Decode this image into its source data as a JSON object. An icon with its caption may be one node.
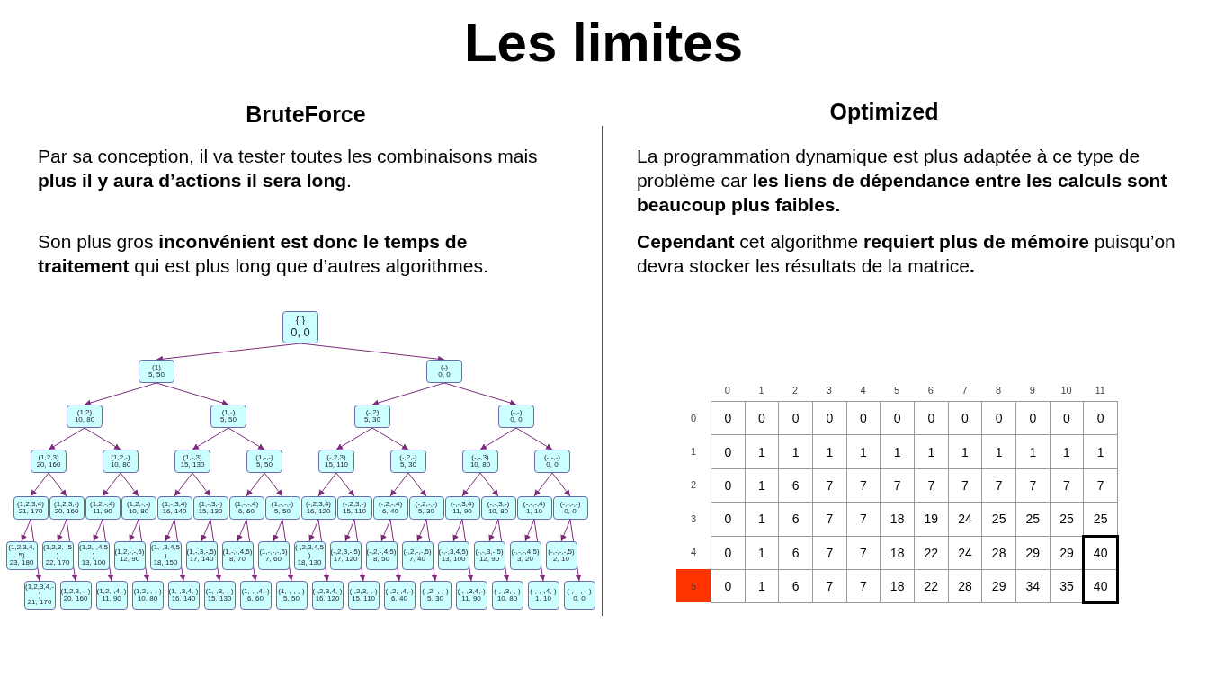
{
  "diagram": {
    "title": "Les limites",
    "nodes": [
      {
        "text": [
          "{ }",
          "0, 0"
        ]
      },
      {
        "text": [
          "(1)",
          "5, 50"
        ]
      },
      {
        "text": [
          "(-)",
          "0, 0"
        ]
      },
      {
        "text": [
          "(1,2)",
          "10, 80"
        ]
      },
      {
        "text": [
          "(1,-)",
          "5, 50"
        ]
      },
      {
        "text": [
          "(-,2)",
          "5, 30"
        ]
      },
      {
        "text": [
          "(-,-)",
          "0, 0"
        ]
      },
      {
        "text": [
          "(1,2,3)",
          "20, 160"
        ]
      },
      {
        "text": [
          "(1,2,-)",
          "10, 80"
        ]
      },
      {
        "text": [
          "(1,-,3)",
          "15, 130"
        ]
      },
      {
        "text": [
          "(1,-,-)",
          "5, 50"
        ]
      },
      {
        "text": [
          "(-,2,3)",
          "15, 110"
        ]
      },
      {
        "text": [
          "(-,2,-)",
          "5, 30"
        ]
      },
      {
        "text": [
          "(-,-,3)",
          "10, 80"
        ]
      },
      {
        "text": [
          "(-,-,-)",
          "0, 0"
        ]
      },
      {
        "text": [
          "(1,2,3,4)",
          "21, 170"
        ]
      },
      {
        "text": [
          "(1,2,3,-)",
          "20, 160"
        ]
      },
      {
        "text": [
          "(1,2,-,4)",
          "11, 90"
        ]
      },
      {
        "text": [
          "(1,2,-,-)",
          "10, 80"
        ]
      },
      {
        "text": [
          "(1,-,3,4)",
          "16, 140"
        ]
      },
      {
        "text": [
          "(1,-,3,-)",
          "15, 130"
        ]
      },
      {
        "text": [
          "(1,-,-,4)",
          "6, 60"
        ]
      },
      {
        "text": [
          "(1,-,-,-)",
          "5, 50"
        ]
      },
      {
        "text": [
          "(-,2,3,4)",
          "16, 120"
        ]
      },
      {
        "text": [
          "(-,2,3,-)",
          "15, 110"
        ]
      },
      {
        "text": [
          "(-,2,-,4)",
          "6, 40"
        ]
      },
      {
        "text": [
          "(-,2,-,-)",
          "5, 30"
        ]
      },
      {
        "text": [
          "(-,-,3,4)",
          "11, 90"
        ]
      },
      {
        "text": [
          "(-,-,3,-)",
          "10, 80"
        ]
      },
      {
        "text": [
          "(-,-,-,4)",
          "1, 10"
        ]
      },
      {
        "text": [
          "(-,-,-,-)",
          "0, 0"
        ]
      },
      {
        "text": [
          "(1,2,3,4,5)",
          "23, 180"
        ]
      },
      {
        "text": [
          "(1,2,3,4,-)",
          "21, 170"
        ]
      },
      {
        "text": [
          "(1,2,3,-,5)",
          "22, 170"
        ]
      },
      {
        "text": [
          "(1,2,3,-,-)",
          "20, 160"
        ]
      },
      {
        "text": [
          "(1,2,-,4,5)",
          "13, 100"
        ]
      },
      {
        "text": [
          "(1,2,-,4,-)",
          "11, 90"
        ]
      },
      {
        "text": [
          "(1,2,-,-,5)",
          "12, 90"
        ]
      },
      {
        "text": [
          "(1,2,-,-,-)",
          "10, 80"
        ]
      },
      {
        "text": [
          "(1,-,3,4,5)",
          "18, 150"
        ]
      },
      {
        "text": [
          "(1,-,3,4,-)",
          "16, 140"
        ]
      },
      {
        "text": [
          "(1,-,3,-,5)",
          "17, 140"
        ]
      },
      {
        "text": [
          "(1,-,3,-,-)",
          "15, 130"
        ]
      },
      {
        "text": [
          "(1,-,-,4,5)",
          "8, 70"
        ]
      },
      {
        "text": [
          "(1,-,-,4,-)",
          "6, 60"
        ]
      },
      {
        "text": [
          "(1,-,-,-,5)",
          "7, 60"
        ]
      },
      {
        "text": [
          "(1,-,-,-,-)",
          "5, 50"
        ]
      },
      {
        "text": [
          "(-,2,3,4,5)",
          "18, 130"
        ]
      },
      {
        "text": [
          "(-,2,3,4,-)",
          "16, 120"
        ]
      },
      {
        "text": [
          "(-,2,3,-,5)",
          "17, 120"
        ]
      },
      {
        "text": [
          "(-,2,3,-,-)",
          "15, 110"
        ]
      },
      {
        "text": [
          "(-,2,-,4,5)",
          "8, 50"
        ]
      },
      {
        "text": [
          "(-,2,-,4,-)",
          "6, 40"
        ]
      },
      {
        "text": [
          "(-,2,-,-,5)",
          "7, 40"
        ]
      },
      {
        "text": [
          "(-,2,-,-,-)",
          "5, 30"
        ]
      },
      {
        "text": [
          "(-,-,3,4,5)",
          "13, 100"
        ]
      },
      {
        "text": [
          "(-,-,3,4,-)",
          "11, 90"
        ]
      },
      {
        "text": [
          "(-,-,3,-,5)",
          "12, 90"
        ]
      },
      {
        "text": [
          "(-,-,3,-,-)",
          "10, 80"
        ]
      },
      {
        "text": [
          "(-,-,-,4,5)",
          "3, 20"
        ]
      },
      {
        "text": [
          "(-,-,-,4,-)",
          "1, 10"
        ]
      },
      {
        "text": [
          "(-,-,-,-,5)",
          "2, 10"
        ]
      },
      {
        "text": [
          "(-,-,-,-,-)",
          "0, 0"
        ]
      }
    ],
    "edges": [
      {
        "from": 0,
        "to": 1,
        "arrow": "to"
      },
      {
        "from": 0,
        "to": 2,
        "arrow": "to"
      },
      {
        "from": 1,
        "to": 3,
        "arrow": "to"
      },
      {
        "from": 1,
        "to": 4,
        "arrow": "to"
      },
      {
        "from": 2,
        "to": 5,
        "arrow": "to"
      },
      {
        "from": 2,
        "to": 6,
        "arrow": "to"
      },
      {
        "from": 3,
        "to": 7,
        "arrow": "to"
      },
      {
        "from": 3,
        "to": 8,
        "arrow": "to"
      },
      {
        "from": 4,
        "to": 9,
        "arrow": "to"
      },
      {
        "from": 4,
        "to": 10,
        "arrow": "to"
      },
      {
        "from": 5,
        "to": 11,
        "arrow": "to"
      },
      {
        "from": 5,
        "to": 12,
        "arrow": "to"
      },
      {
        "from": 6,
        "to": 13,
        "arrow": "to"
      },
      {
        "from": 6,
        "to": 14,
        "arrow": "to"
      },
      {
        "from": 7,
        "to": 15,
        "arrow": "to"
      },
      {
        "from": 7,
        "to": 16,
        "arrow": "to"
      },
      {
        "from": 8,
        "to": 17,
        "arrow": "to"
      },
      {
        "from": 8,
        "to": 18,
        "arrow": "to"
      },
      {
        "from": 9,
        "to": 19,
        "arrow": "to"
      },
      {
        "from": 9,
        "to": 20,
        "arrow": "to"
      },
      {
        "from": 10,
        "to": 21,
        "arrow": "to"
      },
      {
        "from": 10,
        "to": 22,
        "arrow": "to"
      },
      {
        "from": 11,
        "to": 23,
        "arrow": "to"
      },
      {
        "from": 11,
        "to": 24,
        "arrow": "to"
      },
      {
        "from": 12,
        "to": 25,
        "arrow": "to"
      },
      {
        "from": 12,
        "to": 26,
        "arrow": "to"
      },
      {
        "from": 13,
        "to": 27,
        "arrow": "to"
      },
      {
        "from": 13,
        "to": 28,
        "arrow": "to"
      },
      {
        "from": 14,
        "to": 29,
        "arrow": "to"
      },
      {
        "from": 14,
        "to": 30,
        "arrow": "to"
      },
      {
        "from": 15,
        "to": 31,
        "arrow": "to"
      },
      {
        "from": 15,
        "to": 32,
        "arrow": "to"
      },
      {
        "from": 16,
        "to": 33,
        "arrow": "to"
      },
      {
        "from": 16,
        "to": 34,
        "arrow": "to"
      },
      {
        "from": 17,
        "to": 35,
        "arrow": "to"
      },
      {
        "from": 17,
        "to": 36,
        "arrow": "to"
      },
      {
        "from": 18,
        "to": 37,
        "arrow": "to"
      },
      {
        "from": 18,
        "to": 38,
        "arrow": "to"
      },
      {
        "from": 19,
        "to": 39,
        "arrow": "to"
      },
      {
        "from": 19,
        "to": 40,
        "arrow": "to"
      },
      {
        "from": 20,
        "to": 41,
        "arrow": "to"
      },
      {
        "from": 20,
        "to": 42,
        "arrow": "to"
      },
      {
        "from": 21,
        "to": 43,
        "arrow": "to"
      },
      {
        "from": 21,
        "to": 44,
        "arrow": "to"
      },
      {
        "from": 22,
        "to": 45,
        "arrow": "to"
      },
      {
        "from": 22,
        "to": 46,
        "arrow": "to"
      },
      {
        "from": 23,
        "to": 47,
        "arrow": "to"
      },
      {
        "from": 23,
        "to": 48,
        "arrow": "to"
      },
      {
        "from": 24,
        "to": 49,
        "arrow": "to"
      },
      {
        "from": 24,
        "to": 50,
        "arrow": "to"
      },
      {
        "from": 25,
        "to": 51,
        "arrow": "to"
      },
      {
        "from": 25,
        "to": 52,
        "arrow": "to"
      },
      {
        "from": 26,
        "to": 53,
        "arrow": "to"
      },
      {
        "from": 26,
        "to": 54,
        "arrow": "to"
      },
      {
        "from": 27,
        "to": 55,
        "arrow": "to"
      },
      {
        "from": 27,
        "to": 56,
        "arrow": "to"
      },
      {
        "from": 28,
        "to": 57,
        "arrow": "to"
      },
      {
        "from": 28,
        "to": 58,
        "arrow": "to"
      },
      {
        "from": 29,
        "to": 59,
        "arrow": "to"
      },
      {
        "from": 29,
        "to": 60,
        "arrow": "to"
      },
      {
        "from": 30,
        "to": 61,
        "arrow": "to"
      },
      {
        "from": 30,
        "to": 62,
        "arrow": "to"
      }
    ],
    "labels": [
      "BruteForce",
      "Par sa conception, il va tester toutes les combinaisons mais **plus il y aura d’actions il sera long**.",
      "Son plus gros **inconvénient est donc le temps de traitement** qui est plus long que d’autres algorithmes.",
      "Optimized",
      "La programmation dynamique est plus adaptée à ce type de problème car **les liens de dépendance entre les calculs sont beaucoup plus faibles.**",
      "**Cependant** cet algorithme **requiert plus de mémoire** puisqu’on devra stocker les résultats de la matrice**.**",
      "0",
      "1",
      "2",
      "3",
      "4",
      "5",
      "6",
      "7",
      "8",
      "9",
      "10",
      "11",
      "0",
      "0",
      "0",
      "0",
      "0",
      "0",
      "0",
      "0",
      "0",
      "0",
      "0",
      "0",
      "0",
      "1",
      "0",
      "1",
      "1",
      "1",
      "1",
      "1",
      "1",
      "1",
      "1",
      "1",
      "1",
      "1",
      "2",
      "0",
      "1",
      "6",
      "7",
      "7",
      "7",
      "7",
      "7",
      "7",
      "7",
      "7",
      "7",
      "3",
      "0",
      "1",
      "6",
      "7",
      "7",
      "18",
      "19",
      "24",
      "25",
      "25",
      "25",
      "25",
      "4",
      "0",
      "1",
      "6",
      "7",
      "7",
      "18",
      "22",
      "24",
      "28",
      "29",
      "29",
      "40",
      "5",
      "0",
      "1",
      "6",
      "7",
      "7",
      "18",
      "22",
      "28",
      "29",
      "34",
      "35",
      "40"
    ]
  }
}
